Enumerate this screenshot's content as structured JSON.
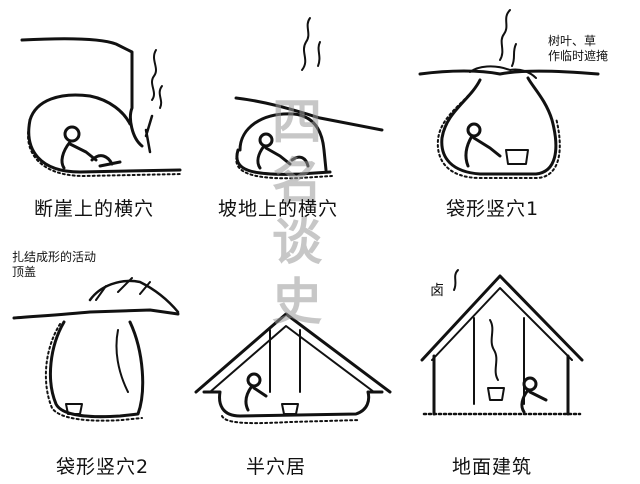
{
  "panels": [
    {
      "caption": "断崖上的横穴"
    },
    {
      "caption": "坡地上的横穴"
    },
    {
      "caption": "袋形竖穴1",
      "note": [
        "树叶、草",
        "作临时遮掩"
      ]
    },
    {
      "caption": "袋形竖穴2",
      "note": [
        "扎结成形的活动",
        "顶盖"
      ]
    },
    {
      "caption": "半穴居"
    },
    {
      "caption": "地面建筑",
      "sign": "卤"
    }
  ],
  "watermark": [
    "四",
    "名",
    "谈",
    "史"
  ],
  "colors": {
    "ink": "#111111",
    "watermark": "#9a9a9a",
    "background": "#ffffff"
  }
}
